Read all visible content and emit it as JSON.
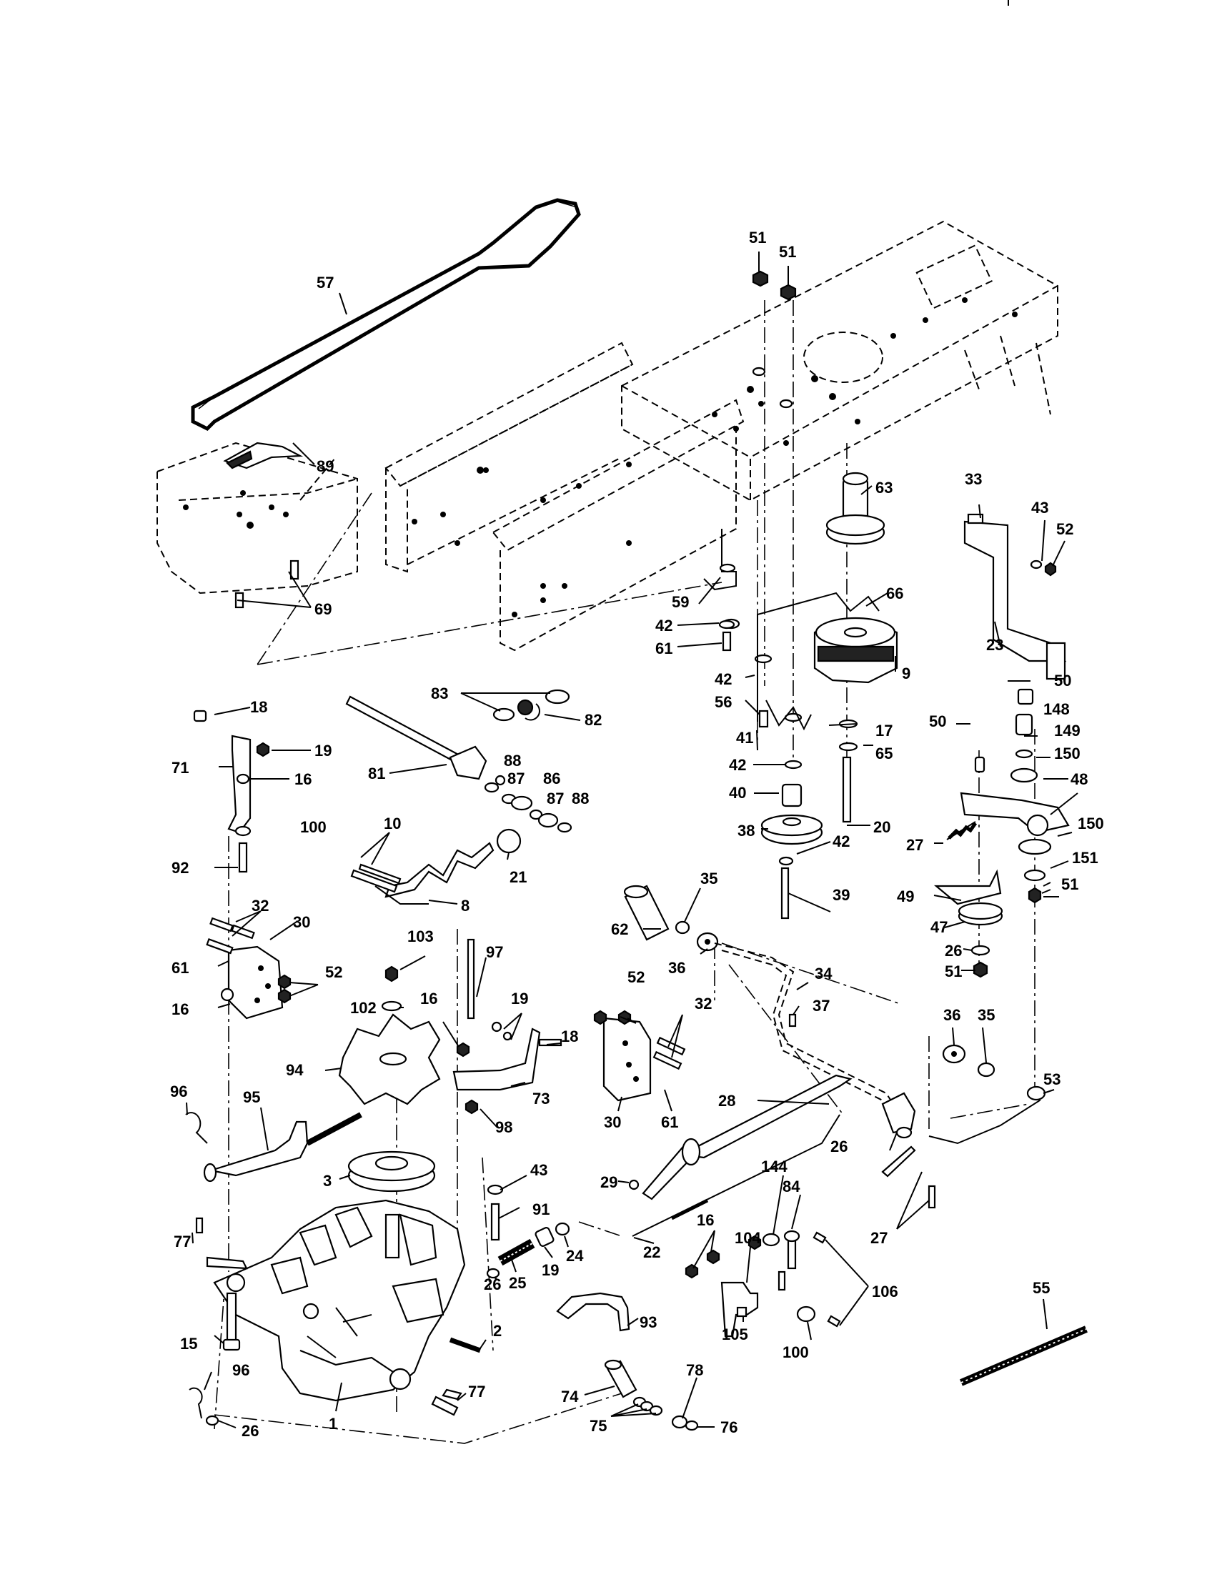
{
  "callouts": [
    {
      "label": "57"
    },
    {
      "label": "89"
    },
    {
      "label": "69"
    },
    {
      "label": "51"
    },
    {
      "label": "51"
    },
    {
      "label": "63"
    },
    {
      "label": "33"
    },
    {
      "label": "43"
    },
    {
      "label": "52"
    },
    {
      "label": "23"
    },
    {
      "label": "59"
    },
    {
      "label": "42"
    },
    {
      "label": "61"
    },
    {
      "label": "66"
    },
    {
      "label": "9"
    },
    {
      "label": "42"
    },
    {
      "label": "56"
    },
    {
      "label": "83"
    },
    {
      "label": "82"
    },
    {
      "label": "18"
    },
    {
      "label": "19"
    },
    {
      "label": "71"
    },
    {
      "label": "16"
    },
    {
      "label": "81"
    },
    {
      "label": "41"
    },
    {
      "label": "17"
    },
    {
      "label": "65"
    },
    {
      "label": "50"
    },
    {
      "label": "148"
    },
    {
      "label": "50"
    },
    {
      "label": "149"
    },
    {
      "label": "150"
    },
    {
      "label": "48"
    },
    {
      "label": "42"
    },
    {
      "label": "88"
    },
    {
      "label": "87"
    },
    {
      "label": "86"
    },
    {
      "label": "87"
    },
    {
      "label": "88"
    },
    {
      "label": "40"
    },
    {
      "label": "20"
    },
    {
      "label": "100"
    },
    {
      "label": "10"
    },
    {
      "label": "38"
    },
    {
      "label": "42"
    },
    {
      "label": "150"
    },
    {
      "label": "27"
    },
    {
      "label": "151"
    },
    {
      "label": "92"
    },
    {
      "label": "21"
    },
    {
      "label": "51"
    },
    {
      "label": "8"
    },
    {
      "label": "39"
    },
    {
      "label": "35"
    },
    {
      "label": "49"
    },
    {
      "label": "32"
    },
    {
      "label": "30"
    },
    {
      "label": "62"
    },
    {
      "label": "47"
    },
    {
      "label": "103"
    },
    {
      "label": "97"
    },
    {
      "label": "36"
    },
    {
      "label": "26"
    },
    {
      "label": "61"
    },
    {
      "label": "52"
    },
    {
      "label": "34"
    },
    {
      "label": "51"
    },
    {
      "label": "52"
    },
    {
      "label": "16"
    },
    {
      "label": "19"
    },
    {
      "label": "32"
    },
    {
      "label": "16"
    },
    {
      "label": "102"
    },
    {
      "label": "18"
    },
    {
      "label": "37"
    },
    {
      "label": "36"
    },
    {
      "label": "35"
    },
    {
      "label": "94"
    },
    {
      "label": "73"
    },
    {
      "label": "30"
    },
    {
      "label": "61"
    },
    {
      "label": "96"
    },
    {
      "label": "95"
    },
    {
      "label": "98"
    },
    {
      "label": "28"
    },
    {
      "label": "53"
    },
    {
      "label": "26"
    },
    {
      "label": "3"
    },
    {
      "label": "43"
    },
    {
      "label": "29"
    },
    {
      "label": "144"
    },
    {
      "label": "91"
    },
    {
      "label": "84"
    },
    {
      "label": "16"
    },
    {
      "label": "104"
    },
    {
      "label": "27"
    },
    {
      "label": "77"
    },
    {
      "label": "26"
    },
    {
      "label": "25"
    },
    {
      "label": "19"
    },
    {
      "label": "24"
    },
    {
      "label": "22"
    },
    {
      "label": "55"
    },
    {
      "label": "106"
    },
    {
      "label": "15"
    },
    {
      "label": "93"
    },
    {
      "label": "105"
    },
    {
      "label": "2"
    },
    {
      "label": "100"
    },
    {
      "label": "96"
    },
    {
      "label": "77"
    },
    {
      "label": "78"
    },
    {
      "label": "74"
    },
    {
      "label": "76"
    },
    {
      "label": "75"
    },
    {
      "label": "1"
    },
    {
      "label": "26"
    }
  ]
}
